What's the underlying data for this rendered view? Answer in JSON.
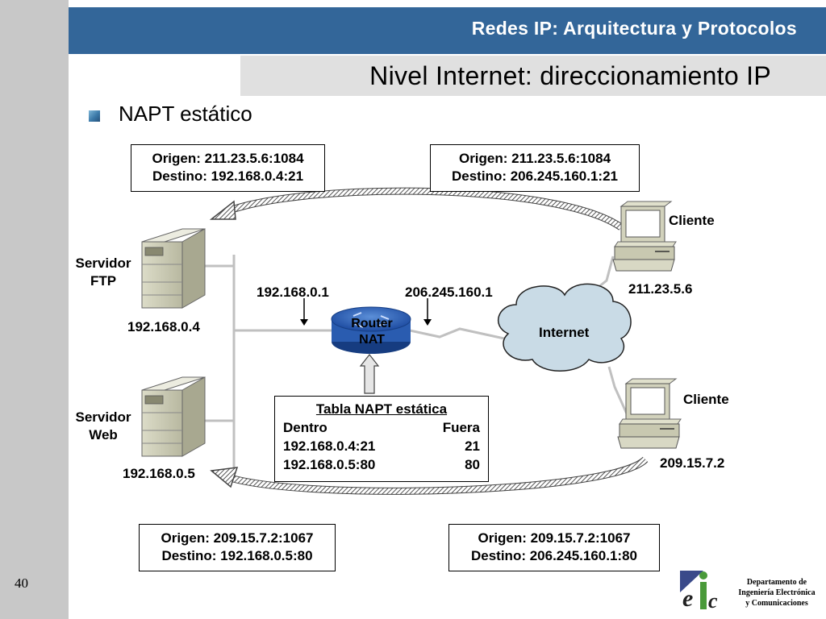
{
  "header": {
    "course_title": "Redes IP: Arquitectura y Protocolos"
  },
  "slide": {
    "title": "Nivel Internet: direccionamiento IP",
    "bullet": "NAPT estático",
    "number": "40"
  },
  "boxes": {
    "top_left": {
      "line1": "Origen: 211.23.5.6:1084",
      "line2": "Destino: 192.168.0.4:21"
    },
    "top_right": {
      "line1": "Origen: 211.23.5.6:1084",
      "line2": "Destino: 206.245.160.1:21"
    },
    "bottom_left": {
      "line1": "Origen: 209.15.7.2:1067",
      "line2": "Destino: 192.168.0.5:80"
    },
    "bottom_right": {
      "line1": "Origen: 209.15.7.2:1067",
      "line2": "Destino: 206.245.160.1:80"
    }
  },
  "servers": {
    "ftp": {
      "label_line1": "Servidor",
      "label_line2": "FTP",
      "ip": "192.168.0.4"
    },
    "web": {
      "label_line1": "Servidor",
      "label_line2": "Web",
      "ip": "192.168.0.5"
    }
  },
  "router": {
    "label_line1": "Router",
    "label_line2": "NAT",
    "inside_ip": "192.168.0.1",
    "outside_ip": "206.245.160.1"
  },
  "internet": {
    "label": "Internet"
  },
  "clients": [
    {
      "label": "Cliente",
      "ip": "211.23.5.6"
    },
    {
      "label": "Cliente",
      "ip": "209.15.7.2"
    }
  ],
  "napt_table": {
    "title": "Tabla NAPT estática",
    "headers": [
      "Dentro",
      "Fuera"
    ],
    "rows": [
      [
        "192.168.0.4:21",
        "21"
      ],
      [
        "192.168.0.5:80",
        "80"
      ]
    ]
  },
  "footer": {
    "dept_line1": "Departamento de",
    "dept_line2": "Ingeniería Electrónica",
    "dept_line3": "y Comunicaciones",
    "logo_text": "eic"
  },
  "colors": {
    "header_band": "#336699",
    "router": "#2255aa",
    "cloud": "#c9dbe6",
    "left_bar": "#c8c8c8"
  }
}
